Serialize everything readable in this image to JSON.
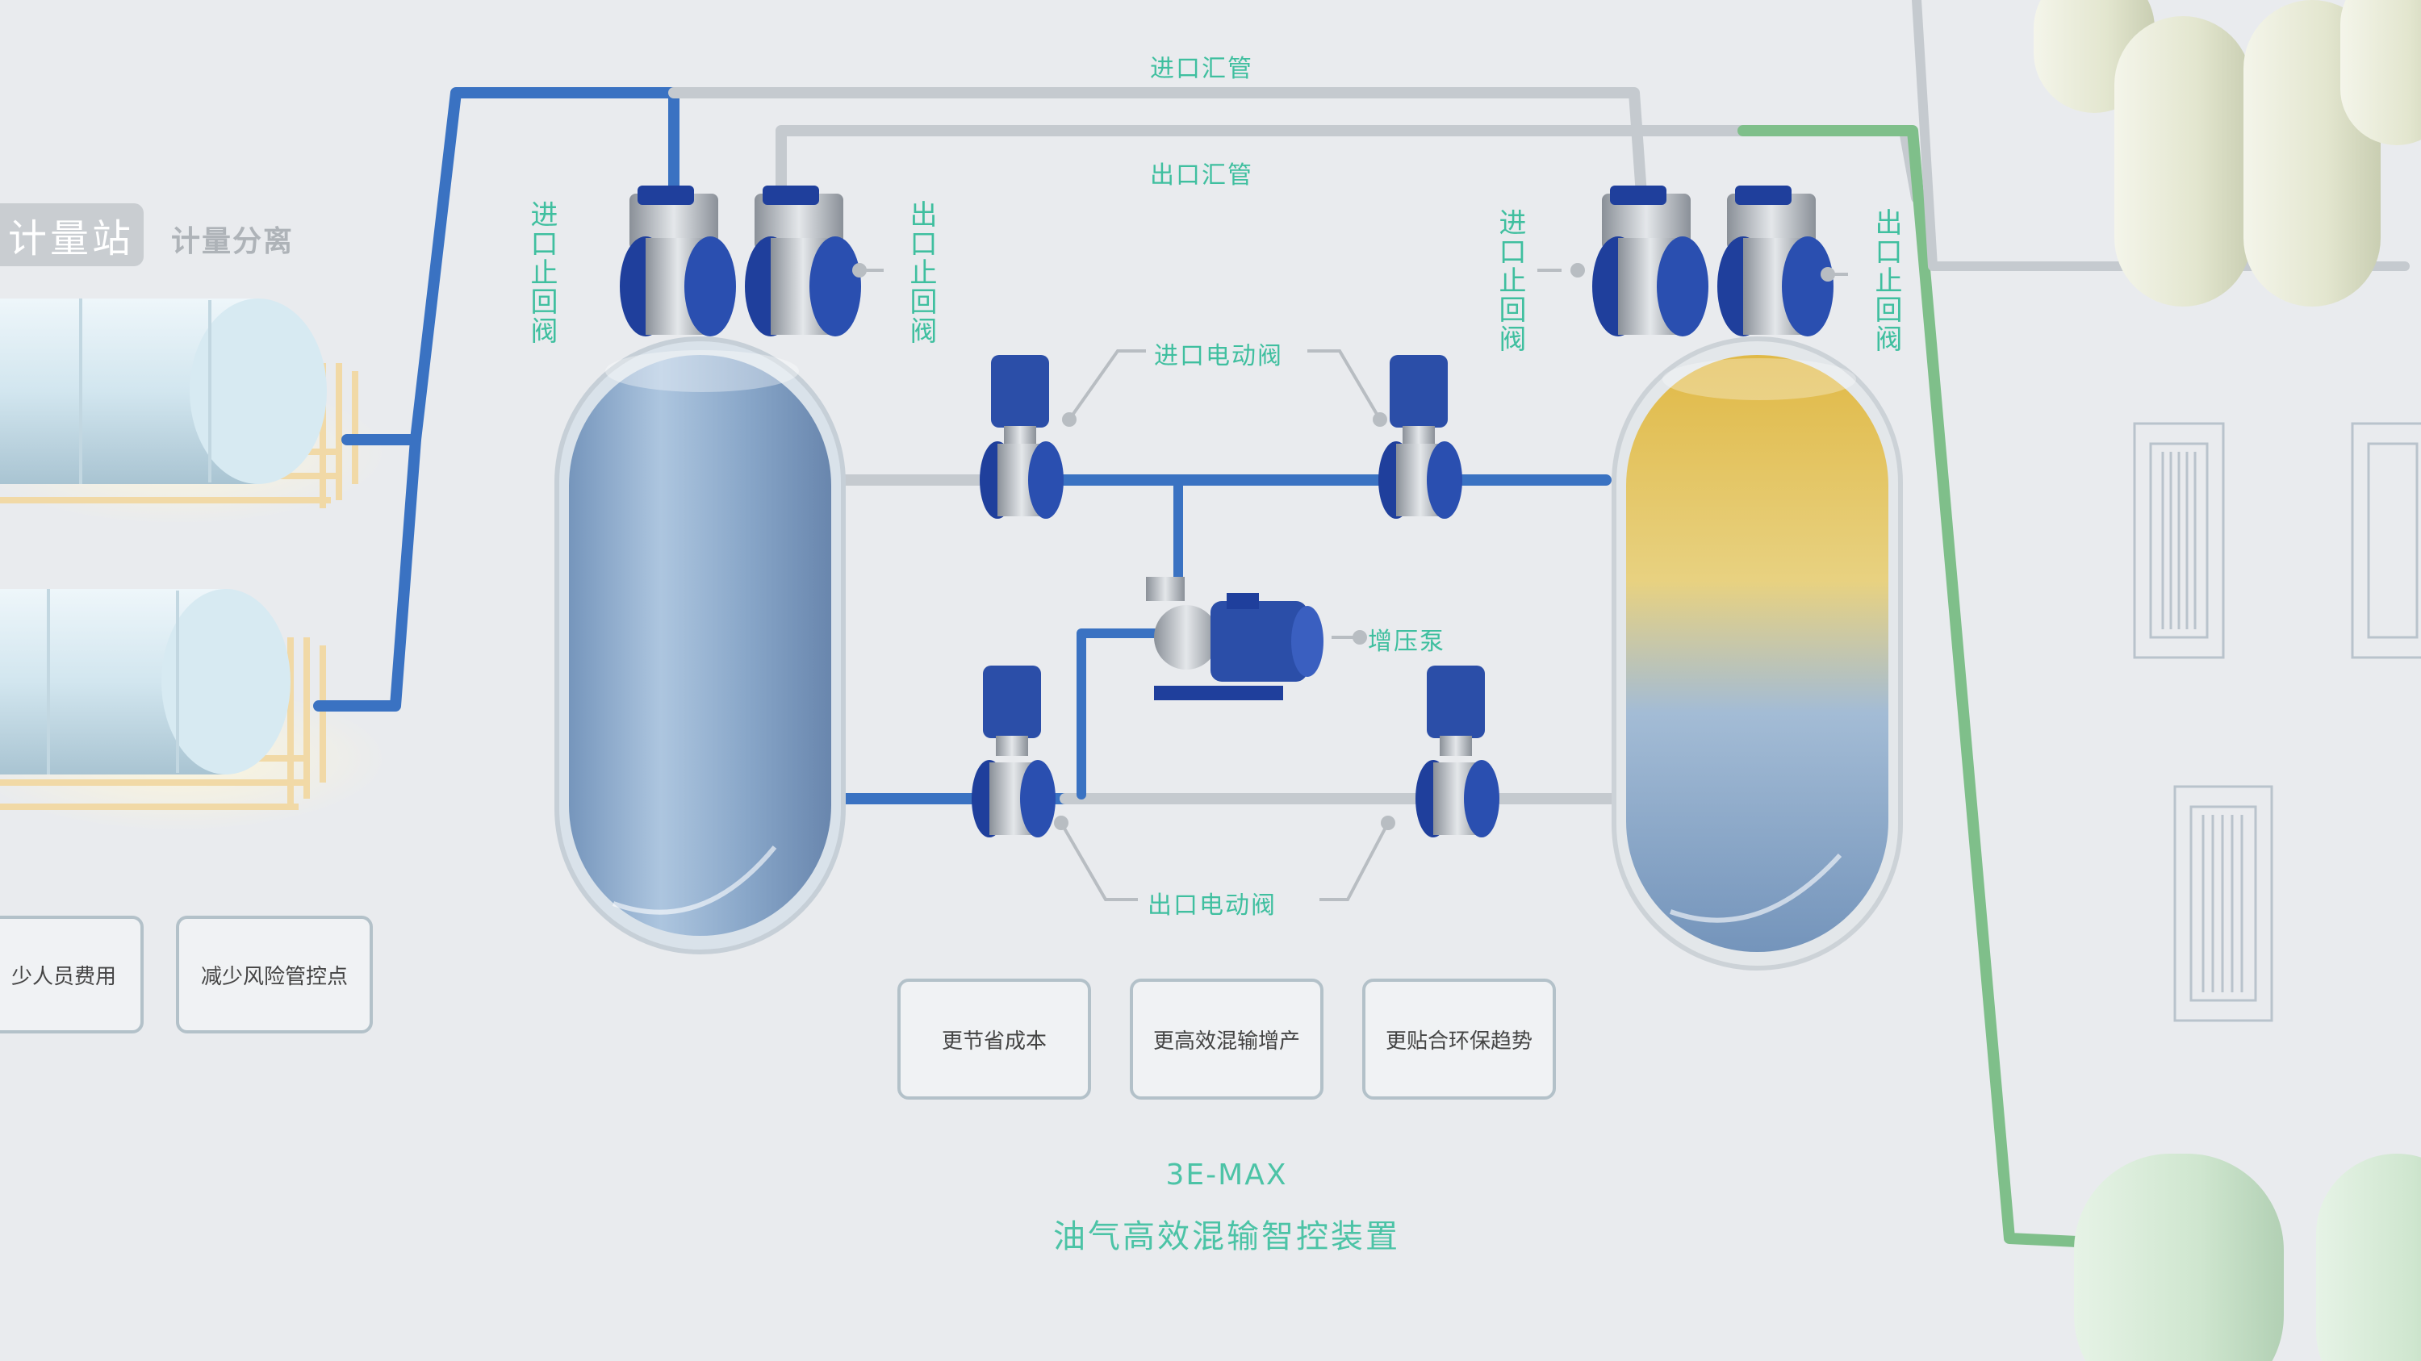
{
  "station": {
    "title": "计量站",
    "subtitle": "计量分离"
  },
  "pipes": {
    "inlet_manifold": "进口汇管",
    "outlet_manifold": "出口汇管"
  },
  "valves": {
    "left_inlet_check": "进口止回阀",
    "left_outlet_check": "出口止回阀",
    "right_inlet_check": "进口止回阀",
    "right_outlet_check": "出口止回阀",
    "inlet_electric": "进口电动阀",
    "outlet_electric": "出口电动阀"
  },
  "pump": {
    "label": "增压泵"
  },
  "benefits_left": [
    "少人员费用",
    "减少风险管控点"
  ],
  "benefits_center": [
    "更节省成本",
    "更高效混输增产",
    "更贴合环保趋势"
  ],
  "product": {
    "model": "3E-MAX",
    "name": "油气高效混输智控装置"
  },
  "colors": {
    "accent_label": "#3fbf9f",
    "pipe_blue": "#3a72c2",
    "pipe_grey": "#b8bec4",
    "pipe_green": "#7fbf8a",
    "valve_blue": "#1f3f9c",
    "tank_oil": "#e8c24a"
  }
}
